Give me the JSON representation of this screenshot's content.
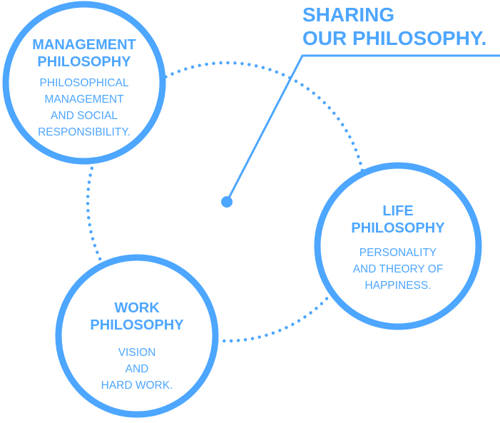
{
  "colors": {
    "accent": "#4da6ff"
  },
  "title": {
    "line1": "SHARING",
    "line2": "OUR PHILOSOPHY."
  },
  "nodes": {
    "management": {
      "heading": [
        "MANAGEMENT",
        "PHILOSOPHY"
      ],
      "text": [
        "PHILOSOPHICAL",
        "MANAGEMENT",
        "AND SOCIAL",
        "RESPONSIBILITY."
      ]
    },
    "life": {
      "heading": [
        "LIFE",
        "PHILOSOPHY"
      ],
      "text": [
        "PERSONALITY",
        "AND THEORY OF",
        "HAPPINESS."
      ]
    },
    "work": {
      "heading": [
        "WORK",
        "PHILOSOPHY"
      ],
      "text": [
        "VISION",
        "AND",
        "HARD WORK."
      ]
    }
  }
}
